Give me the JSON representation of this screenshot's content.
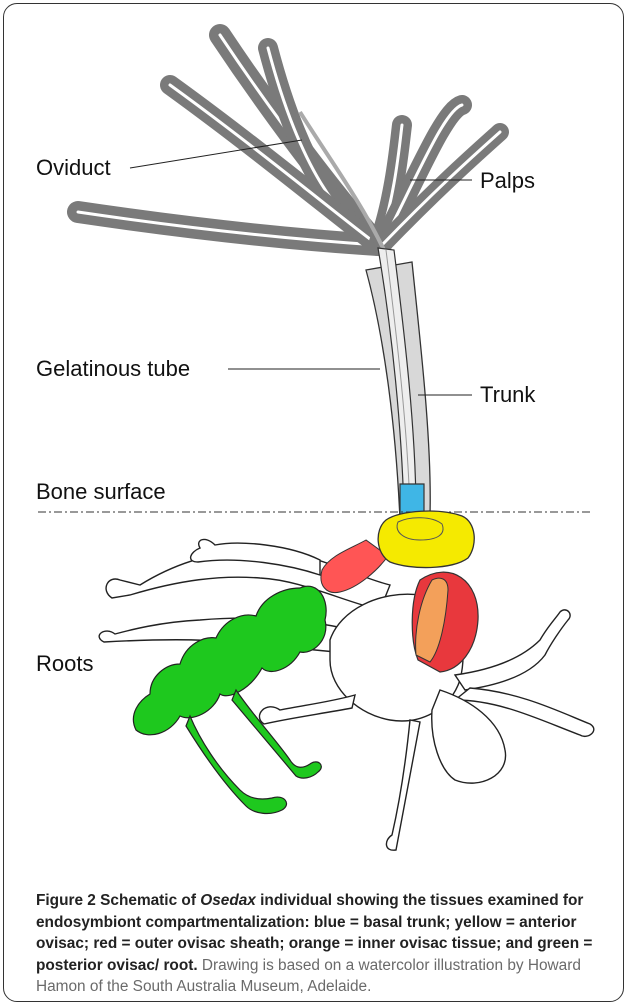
{
  "labels": {
    "oviduct": "Oviduct",
    "palps": "Palps",
    "gelatinous_tube": "Gelatinous tube",
    "trunk": "Trunk",
    "bone_surface": "Bone surface",
    "roots": "Roots"
  },
  "caption": {
    "figure_label": "Figure 2",
    "title_part1": "Schematic of",
    "genus": "Osedax",
    "title_part2": "individual showing the tissues examined for endosymbiont compartmentalization: blue = basal trunk; yellow = anterior ovisac; red = outer ovisac sheath; orange = inner ovisac tissue; and green = posterior ovisac/ root.",
    "note": "Drawing is based on a watercolor illustration by Howard Hamon of the South Australia Museum, Adelaide."
  },
  "colors": {
    "blue": "#3fb6e6",
    "yellow": "#f5ea00",
    "red": "#e8383d",
    "orange": "#f3a05a",
    "green": "#1ec81e",
    "palp_gray": "#7a7a7a",
    "tube_gray": "#d8d8d8"
  }
}
